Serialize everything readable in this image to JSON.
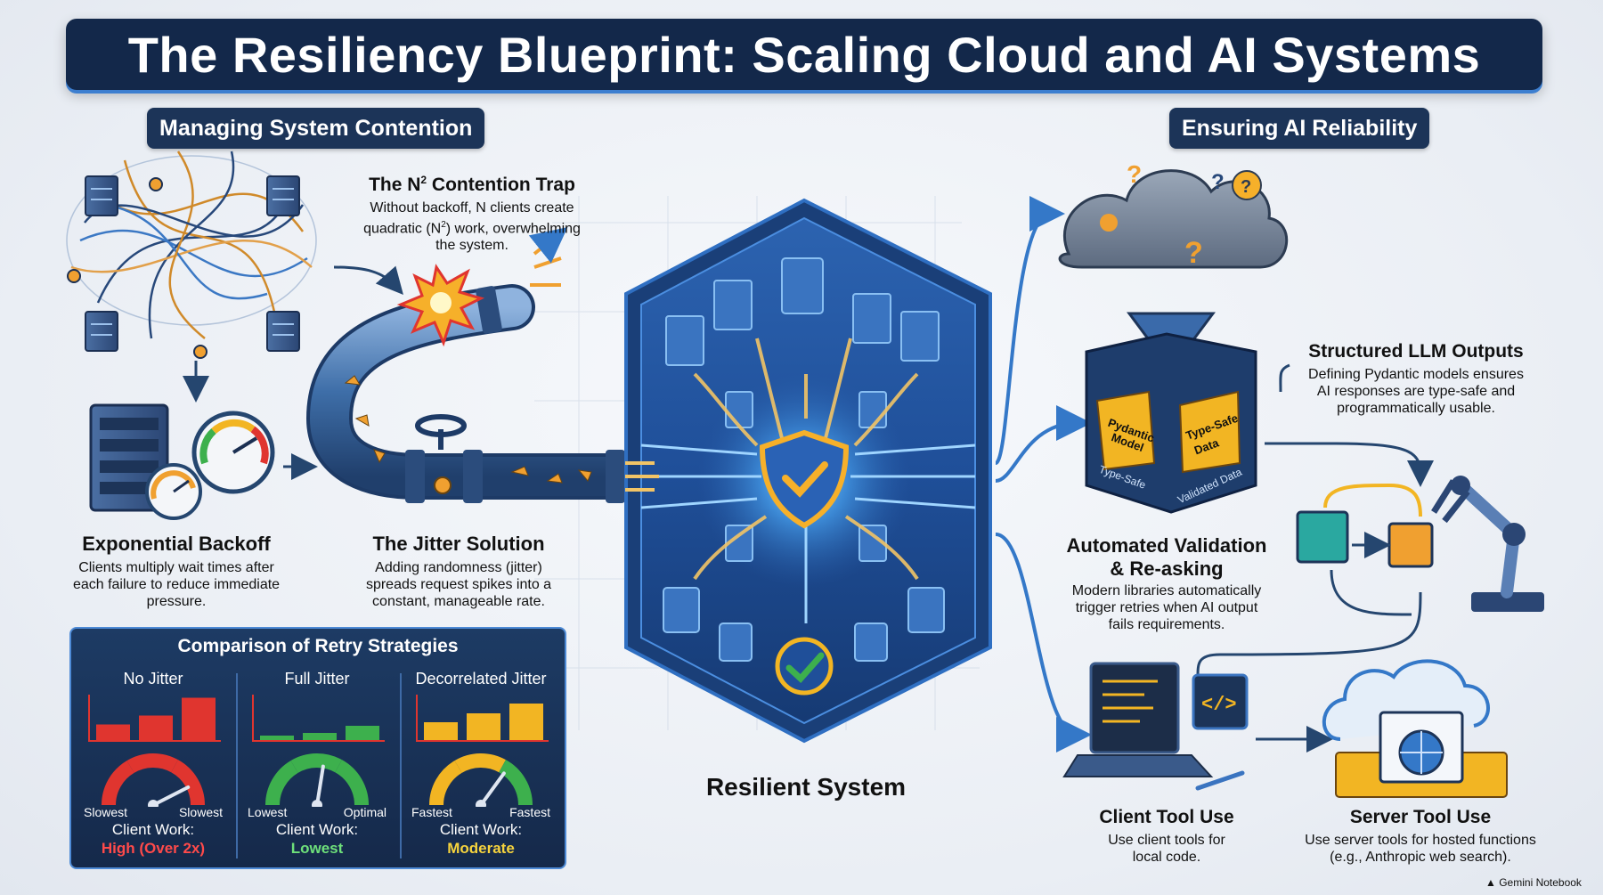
{
  "title": "The Resiliency Blueprint: Scaling Cloud and AI Systems",
  "sections": {
    "left": "Managing System Contention",
    "right": "Ensuring AI Reliability"
  },
  "contention": {
    "title_main": "The N",
    "title_sup": "2",
    "title_rest": " Contention Trap",
    "desc_line1": "Without backoff, N clients create",
    "desc_line2_a": "quadratic (N",
    "desc_line2_sup": "2",
    "desc_line2_b": ") work, overwhelming",
    "desc_line3": "the system."
  },
  "backoff": {
    "title": "Exponential Backoff",
    "desc": [
      "Clients multiply wait times after",
      "each failure to reduce immediate",
      "pressure."
    ]
  },
  "jitter": {
    "title": "The Jitter Solution",
    "desc": [
      "Adding randomness (jitter)",
      "spreads request spikes into a",
      "constant, manageable rate."
    ]
  },
  "retry_panel": {
    "title": "Comparison of Retry Strategies",
    "client_work_label": "Client Work:",
    "columns": [
      {
        "name": "No Jitter",
        "left_label": "Slowest",
        "right_label": "Slowest",
        "value": "High (Over 2x)",
        "value_color": "#ff4a4a",
        "bar_color": "#e0352f",
        "bars": [
          0.35,
          0.55,
          0.95
        ],
        "gauge_level": 0.85
      },
      {
        "name": "Full Jitter",
        "left_label": "Lowest",
        "right_label": "Optimal",
        "value": "Lowest",
        "value_color": "#6ee07a",
        "bar_color": "#3db04d",
        "bars": [
          0.1,
          0.16,
          0.32
        ],
        "gauge_level": 0.55
      },
      {
        "name": "Decorrelated Jitter",
        "left_label": "Fastest",
        "right_label": "Fastest",
        "value": "Moderate",
        "value_color": "#f6d33d",
        "bar_color": "#f2b523",
        "bars": [
          0.4,
          0.6,
          0.82
        ],
        "gauge_level": 0.7
      }
    ]
  },
  "center": {
    "label": "Resilient System"
  },
  "structured": {
    "title": "Structured LLM Outputs",
    "desc": [
      "Defining Pydantic models ensures",
      "AI responses are type-safe and",
      "programmatically usable."
    ],
    "box_labels": [
      "Pydantic Model",
      "Type-Safe Data",
      "Type-Safe",
      "Validated Data"
    ]
  },
  "validation": {
    "title_line1": "Automated Validation",
    "title_line2": "& Re-asking",
    "desc": [
      "Modern libraries automatically",
      "trigger retries when AI output",
      "fails requirements."
    ]
  },
  "client_tool": {
    "title": "Client Tool Use",
    "desc": [
      "Use client tools for",
      "local code."
    ]
  },
  "server_tool": {
    "title": "Server Tool Use",
    "desc": [
      "Use server tools for hosted functions",
      "(e.g., Anthropic web search)."
    ]
  },
  "brand": "Gemini Notebook",
  "colors": {
    "navy": "#13284a",
    "accent_blue": "#3d7fd0",
    "orange": "#f0a030",
    "green": "#3db04d",
    "red": "#e0352f",
    "yellow": "#f2b523"
  },
  "icons": [
    "server-icon",
    "gauge-icon",
    "pipe-icon",
    "valve-icon",
    "shield-check-icon",
    "check-circle-icon",
    "database-icon",
    "document-icon",
    "cloud-question-icon",
    "funnel-icon",
    "puzzle-icon",
    "robot-arm-icon",
    "laptop-icon",
    "code-icon",
    "globe-icon",
    "folder-icon"
  ]
}
